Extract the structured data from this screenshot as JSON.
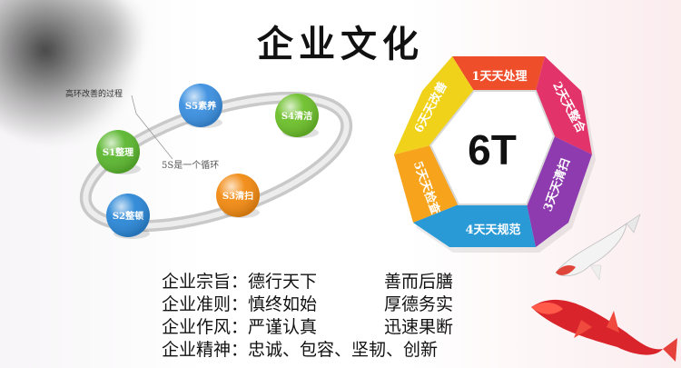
{
  "title": "企业文化",
  "cycle": {
    "annotation": "高环改善的过程",
    "center_note": "5S是一个循环",
    "nodes": [
      {
        "label": "S1整理",
        "color": "#5bb72f"
      },
      {
        "label": "S2整顿",
        "color": "#2b87d6"
      },
      {
        "label": "S3清扫",
        "color": "#f28a12"
      },
      {
        "label": "S4清洁",
        "color": "#6cbf2a"
      },
      {
        "label": "S5素养",
        "color": "#3a8fe0"
      }
    ]
  },
  "six_t": {
    "center": "6T",
    "segments": [
      {
        "label": "1天天处理",
        "color": "#ef4e2b"
      },
      {
        "label": "2天天整合",
        "color": "#e2336a"
      },
      {
        "label": "3天天清扫",
        "color": "#8e3bb0"
      },
      {
        "label": "4天天规范",
        "color": "#2a9ad6"
      },
      {
        "label": "5天天检查",
        "color": "#f7a41c"
      },
      {
        "label": "6天天改善",
        "color": "#f0d21a"
      }
    ]
  },
  "principles": [
    {
      "label": "企业宗旨：德行天下",
      "value": "善而后膳"
    },
    {
      "label": "企业准则：慎终如始",
      "value": "厚德务实"
    },
    {
      "label": "企业作风：严谨认真",
      "value": "迅速果断"
    },
    {
      "label": "企业精神：忠诚、包容、坚韧、创新",
      "value": ""
    }
  ]
}
